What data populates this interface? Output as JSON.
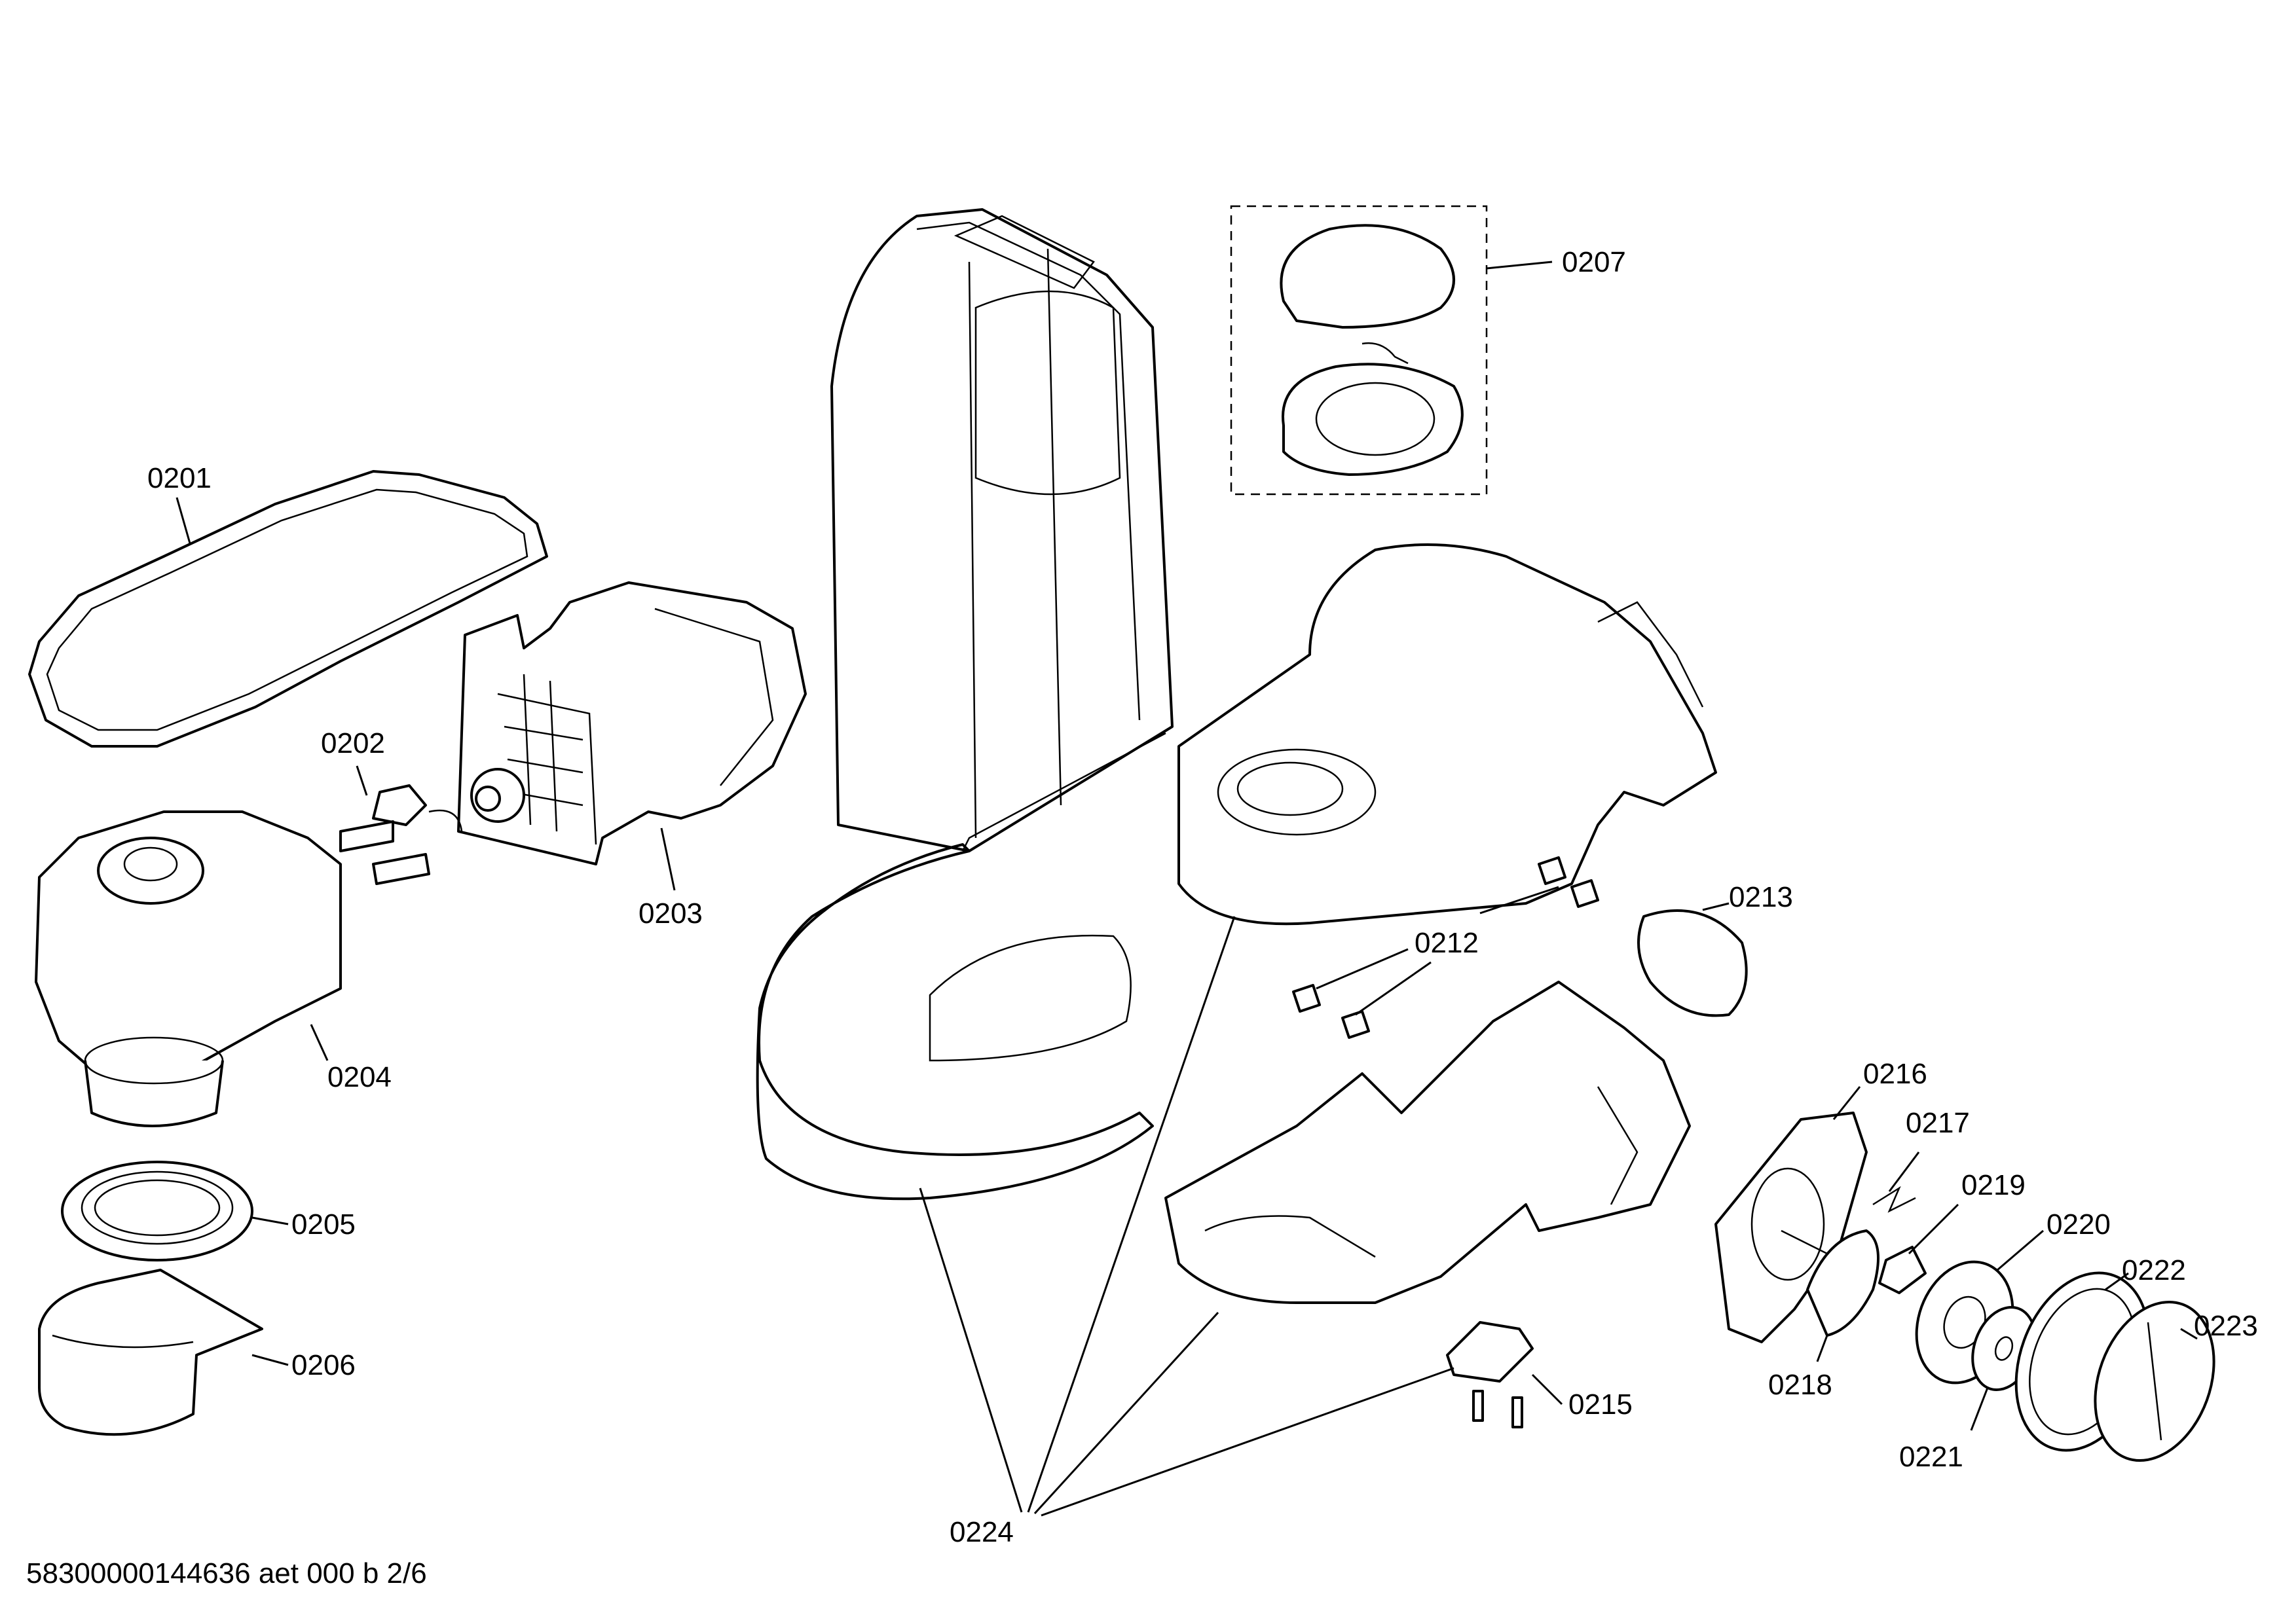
{
  "callouts": {
    "c0201": "0201",
    "c0202": "0202",
    "c0203": "0203",
    "c0204": "0204",
    "c0205": "0205",
    "c0206": "0206",
    "c0207": "0207",
    "c0212": "0212",
    "c0213": "0213",
    "c0215": "0215",
    "c0216": "0216",
    "c0217": "0217",
    "c0218": "0218",
    "c0219": "0219",
    "c0220": "0220",
    "c0221": "0221",
    "c0222": "0222",
    "c0223": "0223",
    "c0224": "0224"
  },
  "footer": {
    "doc_id": "58300000144636 aet 000 b 2/6"
  }
}
